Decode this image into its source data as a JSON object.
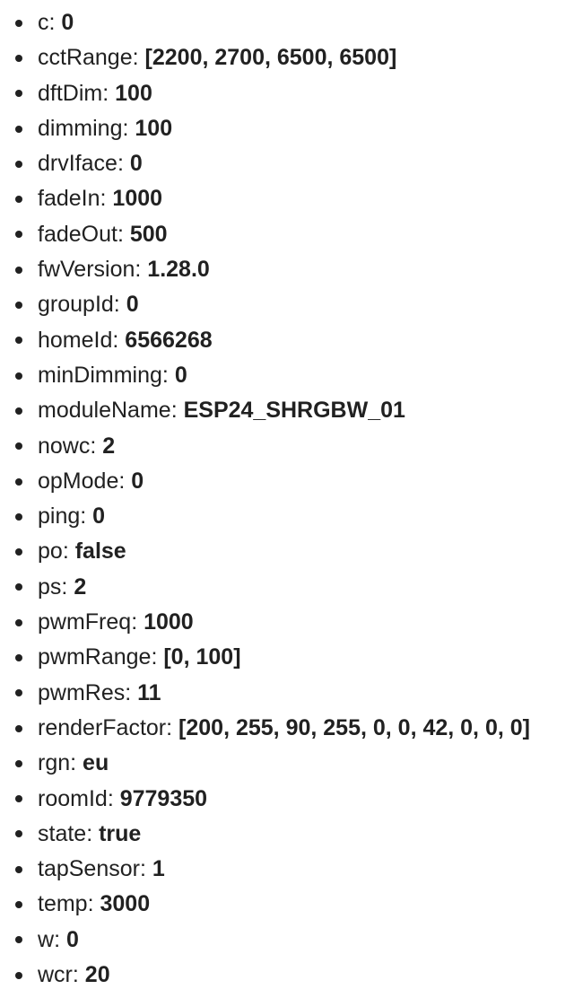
{
  "properties": [
    {
      "key": "c",
      "value": "0"
    },
    {
      "key": "cctRange",
      "value": "[2200, 2700, 6500, 6500]"
    },
    {
      "key": "dftDim",
      "value": "100"
    },
    {
      "key": "dimming",
      "value": "100"
    },
    {
      "key": "drvIface",
      "value": "0"
    },
    {
      "key": "fadeIn",
      "value": "1000"
    },
    {
      "key": "fadeOut",
      "value": "500"
    },
    {
      "key": "fwVersion",
      "value": "1.28.0"
    },
    {
      "key": "groupId",
      "value": "0"
    },
    {
      "key": "homeId",
      "value": "6566268"
    },
    {
      "key": "minDimming",
      "value": "0"
    },
    {
      "key": "moduleName",
      "value": "ESP24_SHRGBW_01"
    },
    {
      "key": "nowc",
      "value": "2"
    },
    {
      "key": "opMode",
      "value": "0"
    },
    {
      "key": "ping",
      "value": "0"
    },
    {
      "key": "po",
      "value": "false"
    },
    {
      "key": "ps",
      "value": "2"
    },
    {
      "key": "pwmFreq",
      "value": "1000"
    },
    {
      "key": "pwmRange",
      "value": "[0, 100]"
    },
    {
      "key": "pwmRes",
      "value": "11"
    },
    {
      "key": "renderFactor",
      "value": "[200, 255, 90, 255, 0, 0, 42, 0, 0, 0]"
    },
    {
      "key": "rgn",
      "value": "eu"
    },
    {
      "key": "roomId",
      "value": "9779350"
    },
    {
      "key": "state",
      "value": "true"
    },
    {
      "key": "tapSensor",
      "value": "1"
    },
    {
      "key": "temp",
      "value": "3000"
    },
    {
      "key": "w",
      "value": "0"
    },
    {
      "key": "wcr",
      "value": "20"
    }
  ]
}
